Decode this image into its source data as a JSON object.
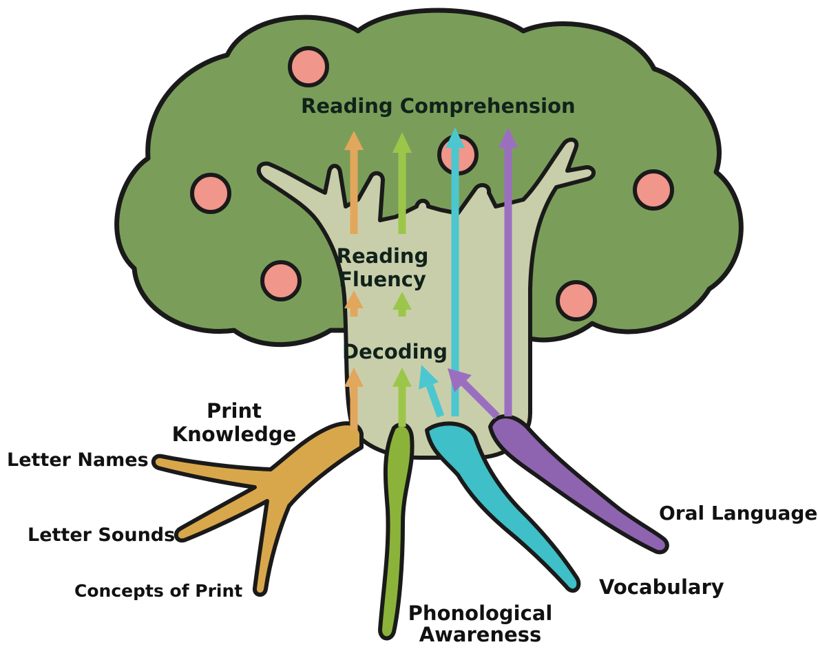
{
  "diagram": {
    "top_label": "Reading Comprehension",
    "middle_label_line1": "Reading",
    "middle_label_line2": "Fluency",
    "lower_label": "Decoding",
    "roots": {
      "print_knowledge_line1": "Print",
      "print_knowledge_line2": "Knowledge",
      "letter_names": "Letter Names",
      "letter_sounds": "Letter Sounds",
      "concepts_of_print": "Concepts of Print",
      "phonological_line1": "Phonological",
      "phonological_line2": "Awareness",
      "vocabulary": "Vocabulary",
      "oral_language": "Oral Language"
    }
  },
  "colors": {
    "canopy": "#7a9e5a",
    "trunk": "#c9ceaa",
    "fruit": "#f0968a",
    "outline": "#1a1a1a",
    "print_knowledge": "#d9a74b",
    "phonological": "#8bb33a",
    "vocabulary": "#3fbfc7",
    "oral_language": "#8e64b0",
    "arrow_orange": "#e2a75c",
    "arrow_green": "#9cc64a",
    "arrow_cyan": "#4cc7cf",
    "arrow_purple": "#9b6fc0"
  }
}
